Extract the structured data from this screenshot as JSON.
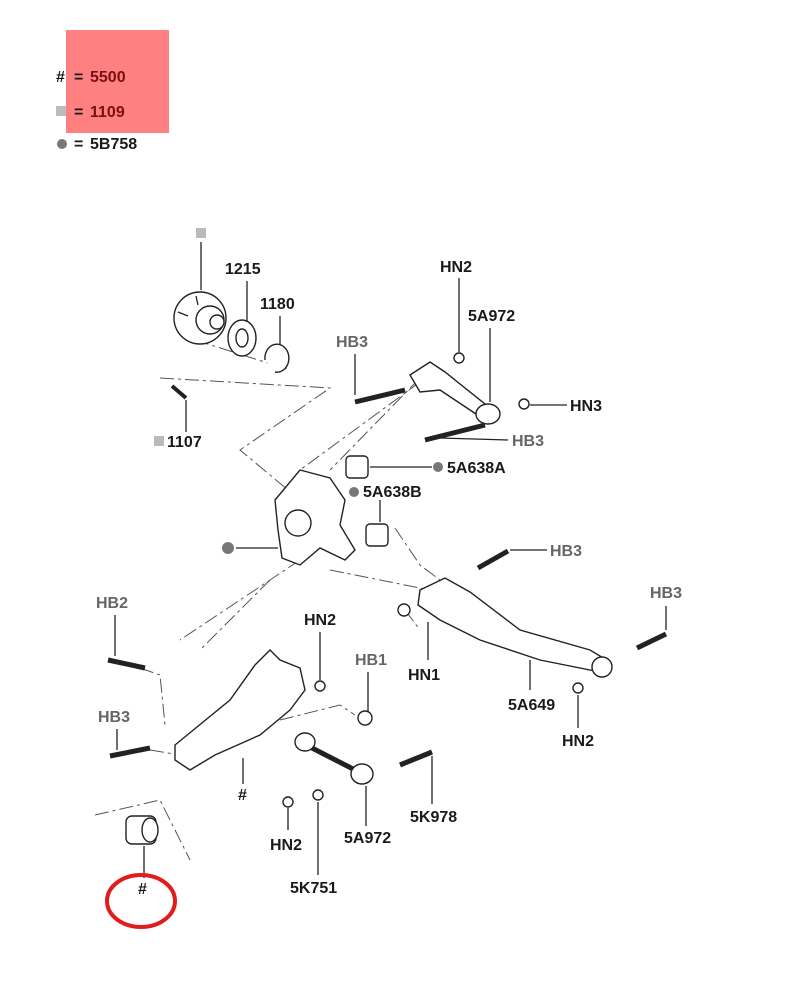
{
  "legend": {
    "items": [
      {
        "symbol": "#",
        "equals": "=",
        "part": "5500"
      },
      {
        "symbol": "square",
        "equals": "=",
        "part": "1109"
      },
      {
        "symbol": "dot",
        "equals": "=",
        "part": "5B758"
      }
    ],
    "highlight_color": "#ff8080"
  },
  "callouts": {
    "hub_marker": "",
    "c1215": "1215",
    "c1180": "1180",
    "c1107": "1107",
    "hn2_top": "HN2",
    "a972_top": "5A972",
    "hb3_top_left": "HB3",
    "hn3": "HN3",
    "hb3_top_mid": "HB3",
    "a638a": "5A638A",
    "a638b": "5A638B",
    "hb3_right1": "HB3",
    "hb3_right2": "HB3",
    "hb2": "HB2",
    "hn2_mid": "HN2",
    "hb1": "HB1",
    "hn1": "HN1",
    "a649": "5A649",
    "hn2_right": "HN2",
    "hb3_left": "HB3",
    "hash_arm": "#",
    "k978": "5K978",
    "hn2_bottom": "HN2",
    "a972_bottom": "5A972",
    "k751": "5K751",
    "hash_circled": "#"
  },
  "colors": {
    "circle_mark": "#e21b1b",
    "dot": "#777777",
    "square": "#bbbbbb"
  }
}
